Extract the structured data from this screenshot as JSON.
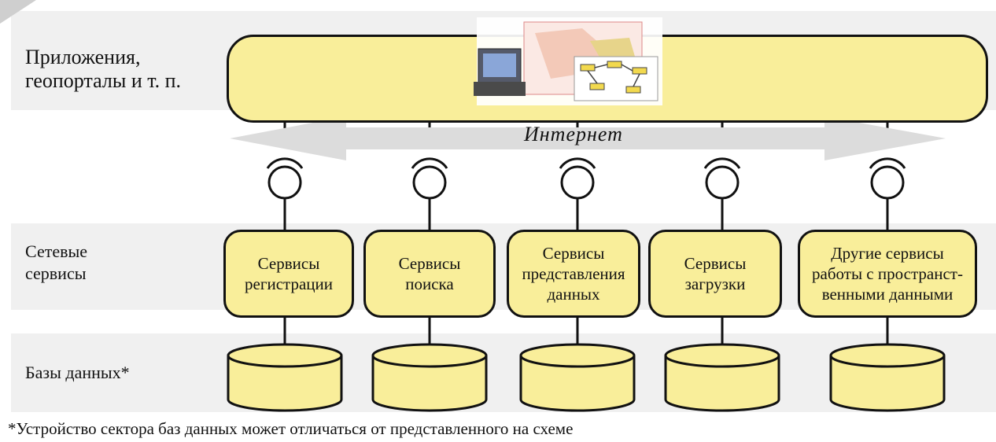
{
  "rows": {
    "applications": [
      "Приложения,",
      "геопорталы и т. п."
    ],
    "network_services": [
      "Сетевые",
      "сервисы"
    ],
    "databases": "Базы данных*"
  },
  "internet_label": "Интернет",
  "services": [
    [
      "Сервисы",
      "регистрации"
    ],
    [
      "Сервисы",
      "поиска"
    ],
    [
      "Сервисы",
      "представления",
      "данных"
    ],
    [
      "Сервисы",
      "загрузки"
    ],
    [
      "Другие сервисы",
      "работы с пространст-",
      "венными данными"
    ]
  ],
  "footnote": "*Устройство сектора баз данных может отличаться от представленного на схеме",
  "colors": {
    "box_fill": "#f9ee9a",
    "band_fill": "#f0f0f0",
    "arrow_fill": "#dcdcdc",
    "outline": "#111111"
  }
}
